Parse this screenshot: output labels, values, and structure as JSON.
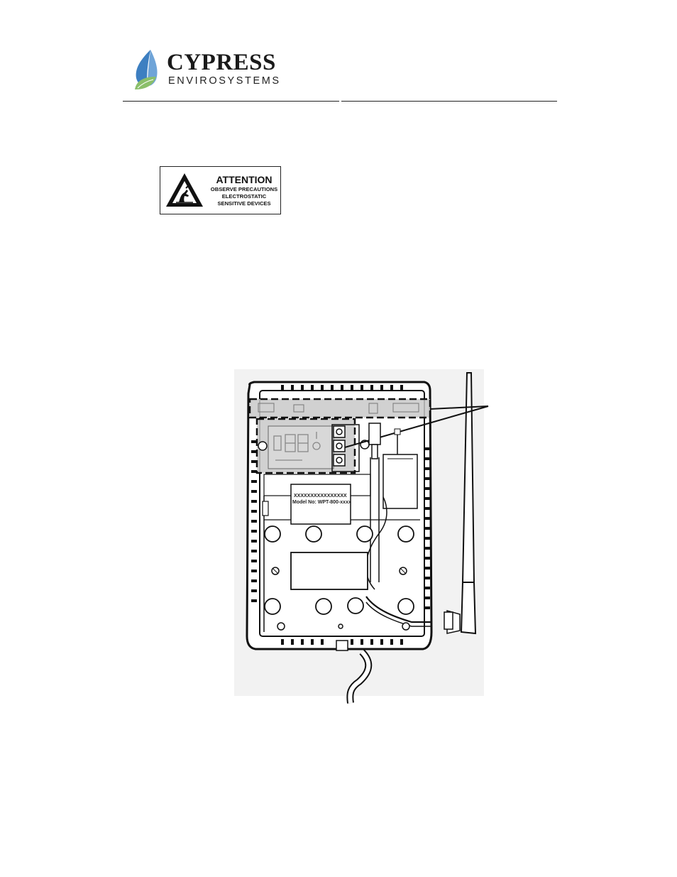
{
  "header": {
    "brand_name": "CYPRESS",
    "brand_subtitle": "ENVIROSYSTEMS",
    "brand_colors": {
      "leaf_blue": "#3d7fc1",
      "leaf_green": "#8bbf6a"
    }
  },
  "esd_label": {
    "title": "ATTENTION",
    "line1": "OBSERVE  PRECAUTIONS",
    "line2": "ELECTROSTATIC",
    "line3": "SENSITIVE DEVICES",
    "icon": "esd-warning-icon"
  },
  "figure": {
    "serial_text": "XXXXXXXXXXXXXXXX",
    "model_text": "Model No: WPT-800-xxxx"
  }
}
